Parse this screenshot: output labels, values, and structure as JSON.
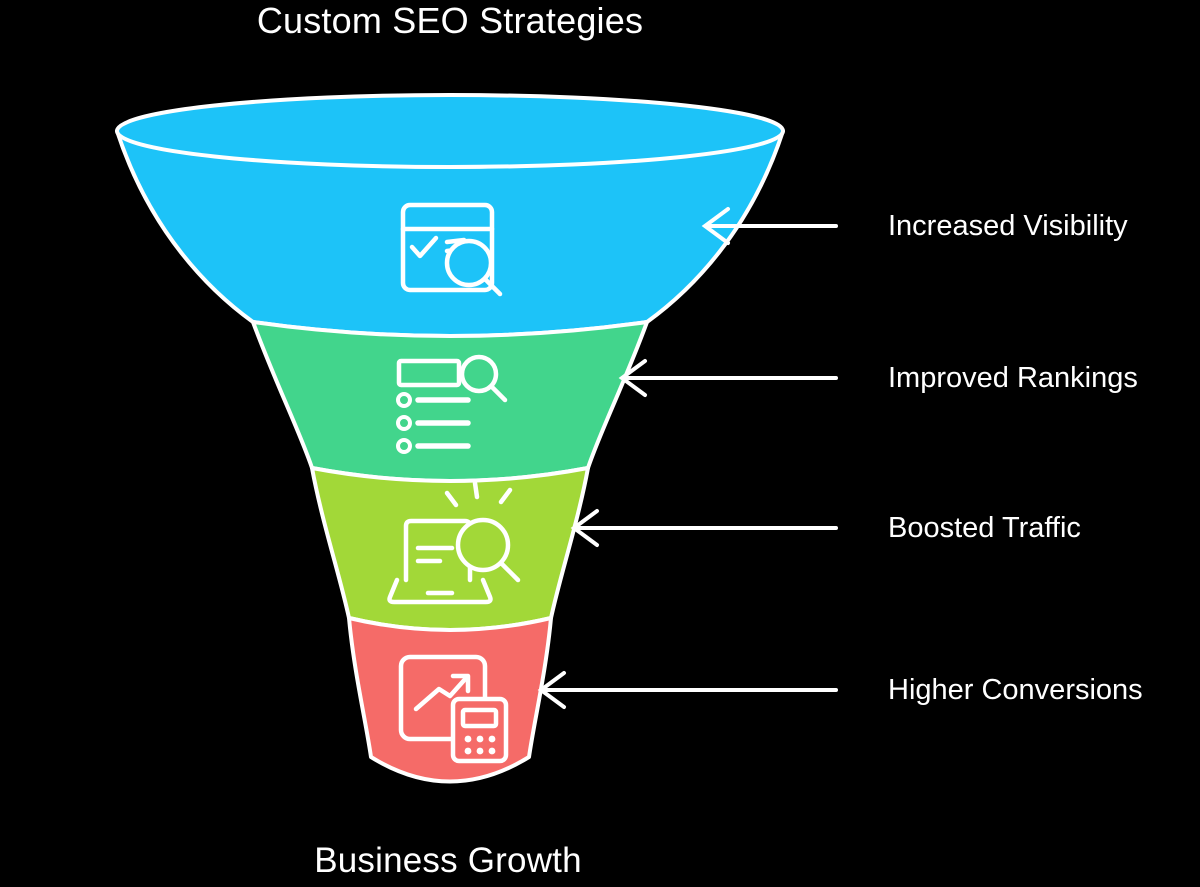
{
  "title": "Custom SEO Strategies",
  "footer": "Business Growth",
  "colors": {
    "background": "#000000",
    "text": "#ffffff",
    "outline": "#ffffff"
  },
  "stages": [
    {
      "name": "increased-visibility",
      "label": "Increased Visibility",
      "color": "#1dc3f8",
      "icon": "browser-search-icon"
    },
    {
      "name": "improved-rankings",
      "label": "Improved Rankings",
      "color": "#42d58c",
      "icon": "list-search-icon"
    },
    {
      "name": "boosted-traffic",
      "label": "Boosted Traffic",
      "color": "#a2d838",
      "icon": "laptop-search-icon"
    },
    {
      "name": "higher-conversions",
      "label": "Higher Conversions",
      "color": "#f56b68",
      "icon": "chart-calculator-icon"
    }
  ]
}
